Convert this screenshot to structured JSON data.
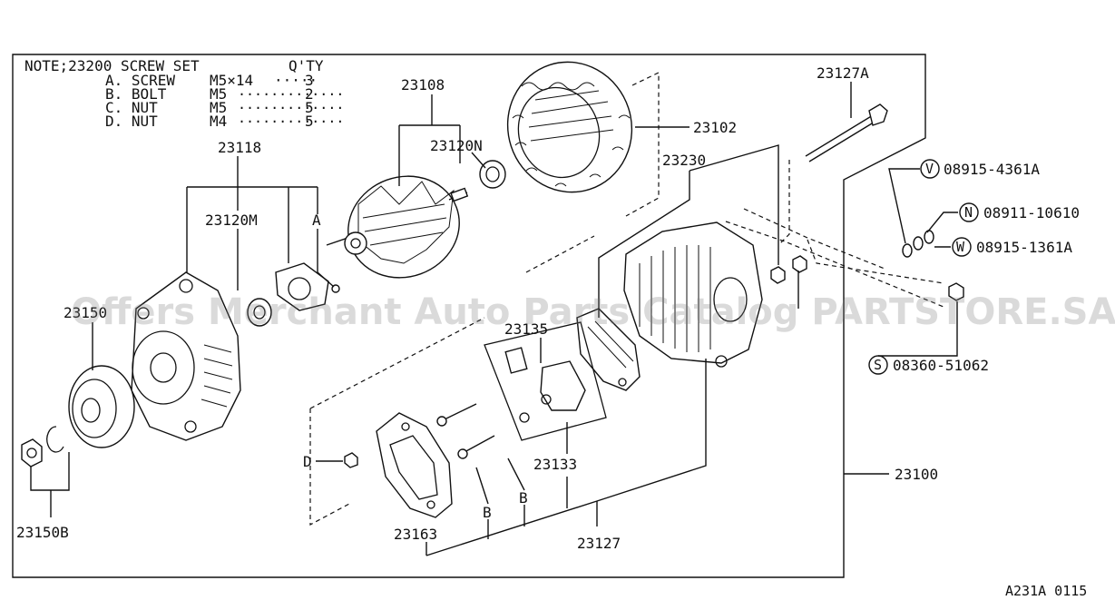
{
  "note": {
    "header_left": "NOTE;23200 SCREW SET",
    "header_right": "Q'TY",
    "rows": [
      {
        "name": "A. SCREW",
        "size": "M5×14",
        "dots": "·····",
        "qty": "3"
      },
      {
        "name": "B. BOLT",
        "size": "M5",
        "dots": "·············",
        "qty": "2"
      },
      {
        "name": "C. NUT",
        "size": "M5",
        "dots": "·············",
        "qty": "5"
      },
      {
        "name": "D. NUT",
        "size": "M4",
        "dots": "·············",
        "qty": "5"
      }
    ]
  },
  "parts": {
    "p23108": "23108",
    "p23102": "23102",
    "p23127A": "23127A",
    "p23120N": "23120N",
    "p23230": "23230",
    "p23118": "23118",
    "p23120M": "23120M",
    "pA": "A",
    "p23150": "23150",
    "p23135": "23135",
    "p23133": "23133",
    "pB1": "B",
    "pB2": "B",
    "pD": "D",
    "p23163": "23163",
    "p23127": "23127",
    "p23100": "23100",
    "p23150B": "23150B"
  },
  "callouts": [
    {
      "letter": "V",
      "number": "08915-4361A"
    },
    {
      "letter": "N",
      "number": "08911-10610"
    },
    {
      "letter": "W",
      "number": "08915-1361A"
    },
    {
      "letter": "S",
      "number": "08360-51062"
    }
  ],
  "watermark": "Offers Merchant Auto Parts Catalog PARTSTORE.SA",
  "drawing_code": "A231A 0115"
}
